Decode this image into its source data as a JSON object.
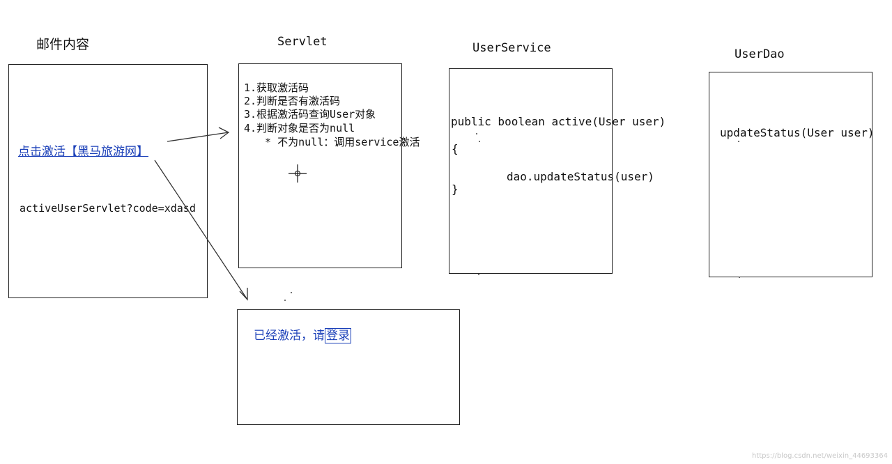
{
  "colors": {
    "link": "#1a3fb8",
    "stroke": "#222222"
  },
  "email": {
    "title": "邮件内容",
    "link_text": "点击激活【黑马旅游网】",
    "url_text": "activeUserServlet?code=xdasd"
  },
  "servlet": {
    "title": "Servlet",
    "lines": [
      "1.获取激活码",
      "2.判断是否有激活码",
      "3.根据激活码查询User对象",
      "4.判断对象是否为null",
      "  * 不为null：调用service激活"
    ]
  },
  "user_service": {
    "title": "UserService",
    "signature": "public boolean active(User user)",
    "open_brace": "{",
    "body": "dao.updateStatus(user)",
    "close_brace": "}"
  },
  "user_dao": {
    "title": "UserDao",
    "method": "updateStatus(User user)"
  },
  "result": {
    "prefix": "已经激活，请",
    "login_link": "登录"
  },
  "watermark": "https://blog.csdn.net/weixin_44693364"
}
